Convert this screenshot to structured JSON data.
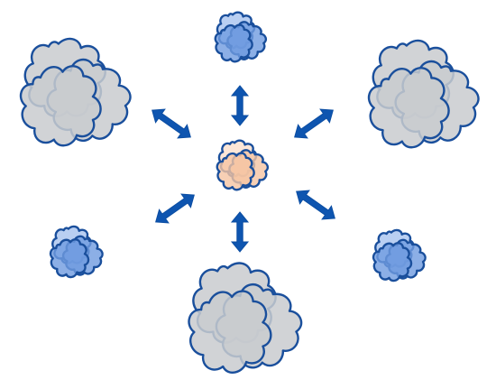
{
  "colors": {
    "outline": "#1a4f9c",
    "grey_fill": "#c9cbcf",
    "grey_inner_stroke": "#a9adb5",
    "blue_fill": "#6f9be0",
    "blue_light_fill": "#a8c3ef",
    "peach_fill": "#f5c4a3",
    "peach_light_fill": "#fbe0cd",
    "arrow": "#0e55b0"
  },
  "clusters": [
    {
      "id": "center",
      "variant": "peach",
      "shape": "small-molecule-cluster"
    },
    {
      "id": "top",
      "variant": "blue",
      "shape": "small-molecule-cluster"
    },
    {
      "id": "top-left",
      "variant": "grey",
      "shape": "large-molecule-cluster"
    },
    {
      "id": "top-right",
      "variant": "grey",
      "shape": "large-molecule-cluster"
    },
    {
      "id": "bottom-left",
      "variant": "blue",
      "shape": "small-molecule-cluster"
    },
    {
      "id": "bottom-right",
      "variant": "blue",
      "shape": "small-molecule-cluster"
    },
    {
      "id": "bottom",
      "variant": "grey",
      "shape": "large-molecule-cluster"
    }
  ],
  "arrows": [
    {
      "id": "up",
      "style": "double-headed"
    },
    {
      "id": "down",
      "style": "double-headed"
    },
    {
      "id": "upper-left",
      "style": "double-headed"
    },
    {
      "id": "upper-right",
      "style": "double-headed"
    },
    {
      "id": "lower-left",
      "style": "double-headed"
    },
    {
      "id": "lower-right",
      "style": "double-headed"
    }
  ]
}
